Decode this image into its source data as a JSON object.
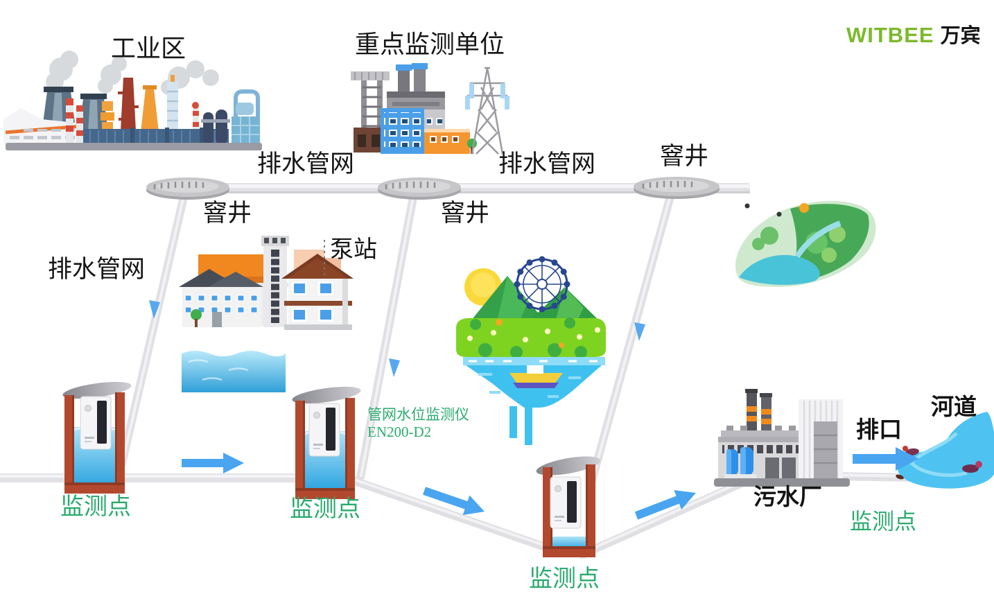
{
  "logo": {
    "brand": "WITBEE",
    "name_cn": "万宾"
  },
  "areas": {
    "industrial_zone": "工业区",
    "key_monitoring_unit": "重点监测单位",
    "pump_station": "泵站",
    "sewage_plant": "污水厂",
    "outlet": "排口",
    "river": "河道"
  },
  "network": {
    "drainage_pipe_top_left": "排水管网",
    "drainage_pipe_top_right": "排水管网",
    "drainage_pipe_left": "排水管网",
    "manhole_1": "窨井",
    "manhole_2": "窨井",
    "manhole_3": "窨井"
  },
  "monitoring": {
    "point_1": "监测点",
    "point_2": "监测点",
    "point_3": "监测点",
    "point_4": "监测点",
    "device_name": "管网水位监测仪",
    "device_model": "EN200-D2"
  },
  "colors": {
    "logo_green": "#7cb92c",
    "label_green": "#2aab6e",
    "arrow_blue": "#4aa5f0",
    "well_red": "#b2492e",
    "pipe_gray": "#e2e2e6",
    "water_blue": "#2fa5e0"
  }
}
